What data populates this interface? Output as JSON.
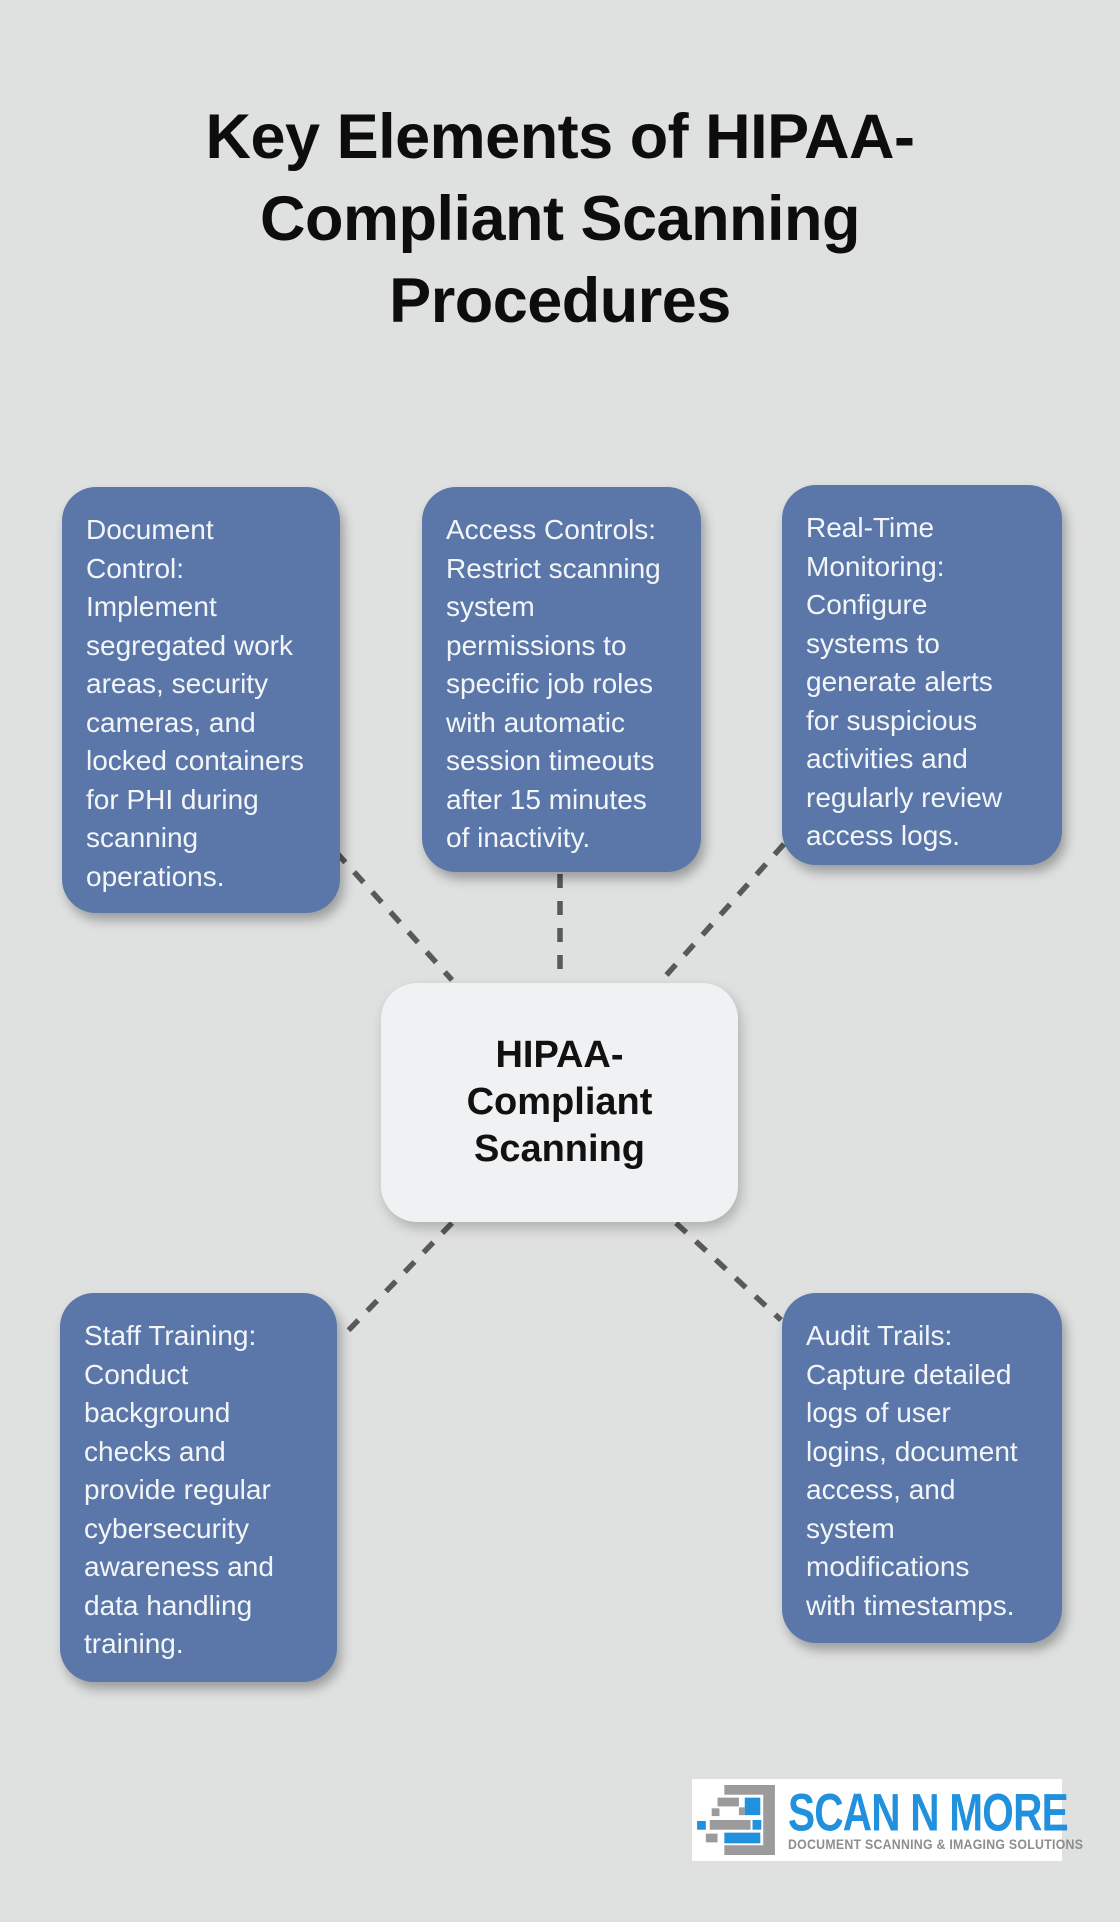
{
  "title": "Key Elements of HIPAA-\nCompliant Scanning\nProcedures",
  "center_node": {
    "label": "HIPAA-\nCompliant\nScanning"
  },
  "elements": [
    {
      "id": "document-control",
      "text": "Document\nControl:\nImplement\nsegregated work\nareas, security\ncameras, and\nlocked containers\nfor PHI during\nscanning\noperations."
    },
    {
      "id": "access-controls",
      "text": "Access Controls:\nRestrict scanning\nsystem\npermissions to\nspecific job roles\nwith automatic\nsession timeouts\nafter 15 minutes\nof inactivity."
    },
    {
      "id": "real-time-monitoring",
      "text": "Real-Time\nMonitoring:\nConfigure\nsystems to\ngenerate alerts\nfor suspicious\nactivities and\nregularly review\naccess logs."
    },
    {
      "id": "staff-training",
      "text": "Staff Training:\nConduct\nbackground\nchecks and\nprovide regular\ncybersecurity\nawareness and\ndata handling\ntraining."
    },
    {
      "id": "audit-trails",
      "text": "Audit Trails:\nCapture detailed\nlogs of user\nlogins, document\naccess, and\nsystem\nmodifications\nwith timestamps."
    }
  ],
  "logo": {
    "name": "SCAN N MORE",
    "tagline": "DOCUMENT SCANNING & IMAGING SOLUTIONS"
  },
  "colors": {
    "background": "#dfe0e0",
    "box_blue": "#5b77a9",
    "box_text": "#f3f6f8",
    "center_fill": "#f0f1f2",
    "center_text": "#111111",
    "connector_gray": "#58595a",
    "title_color": "#0d0d0d",
    "logo_blue": "#2191dd",
    "logo_tagline_gray": "#8d8d8d",
    "logo_icon_gray": "#9b9b9b"
  }
}
